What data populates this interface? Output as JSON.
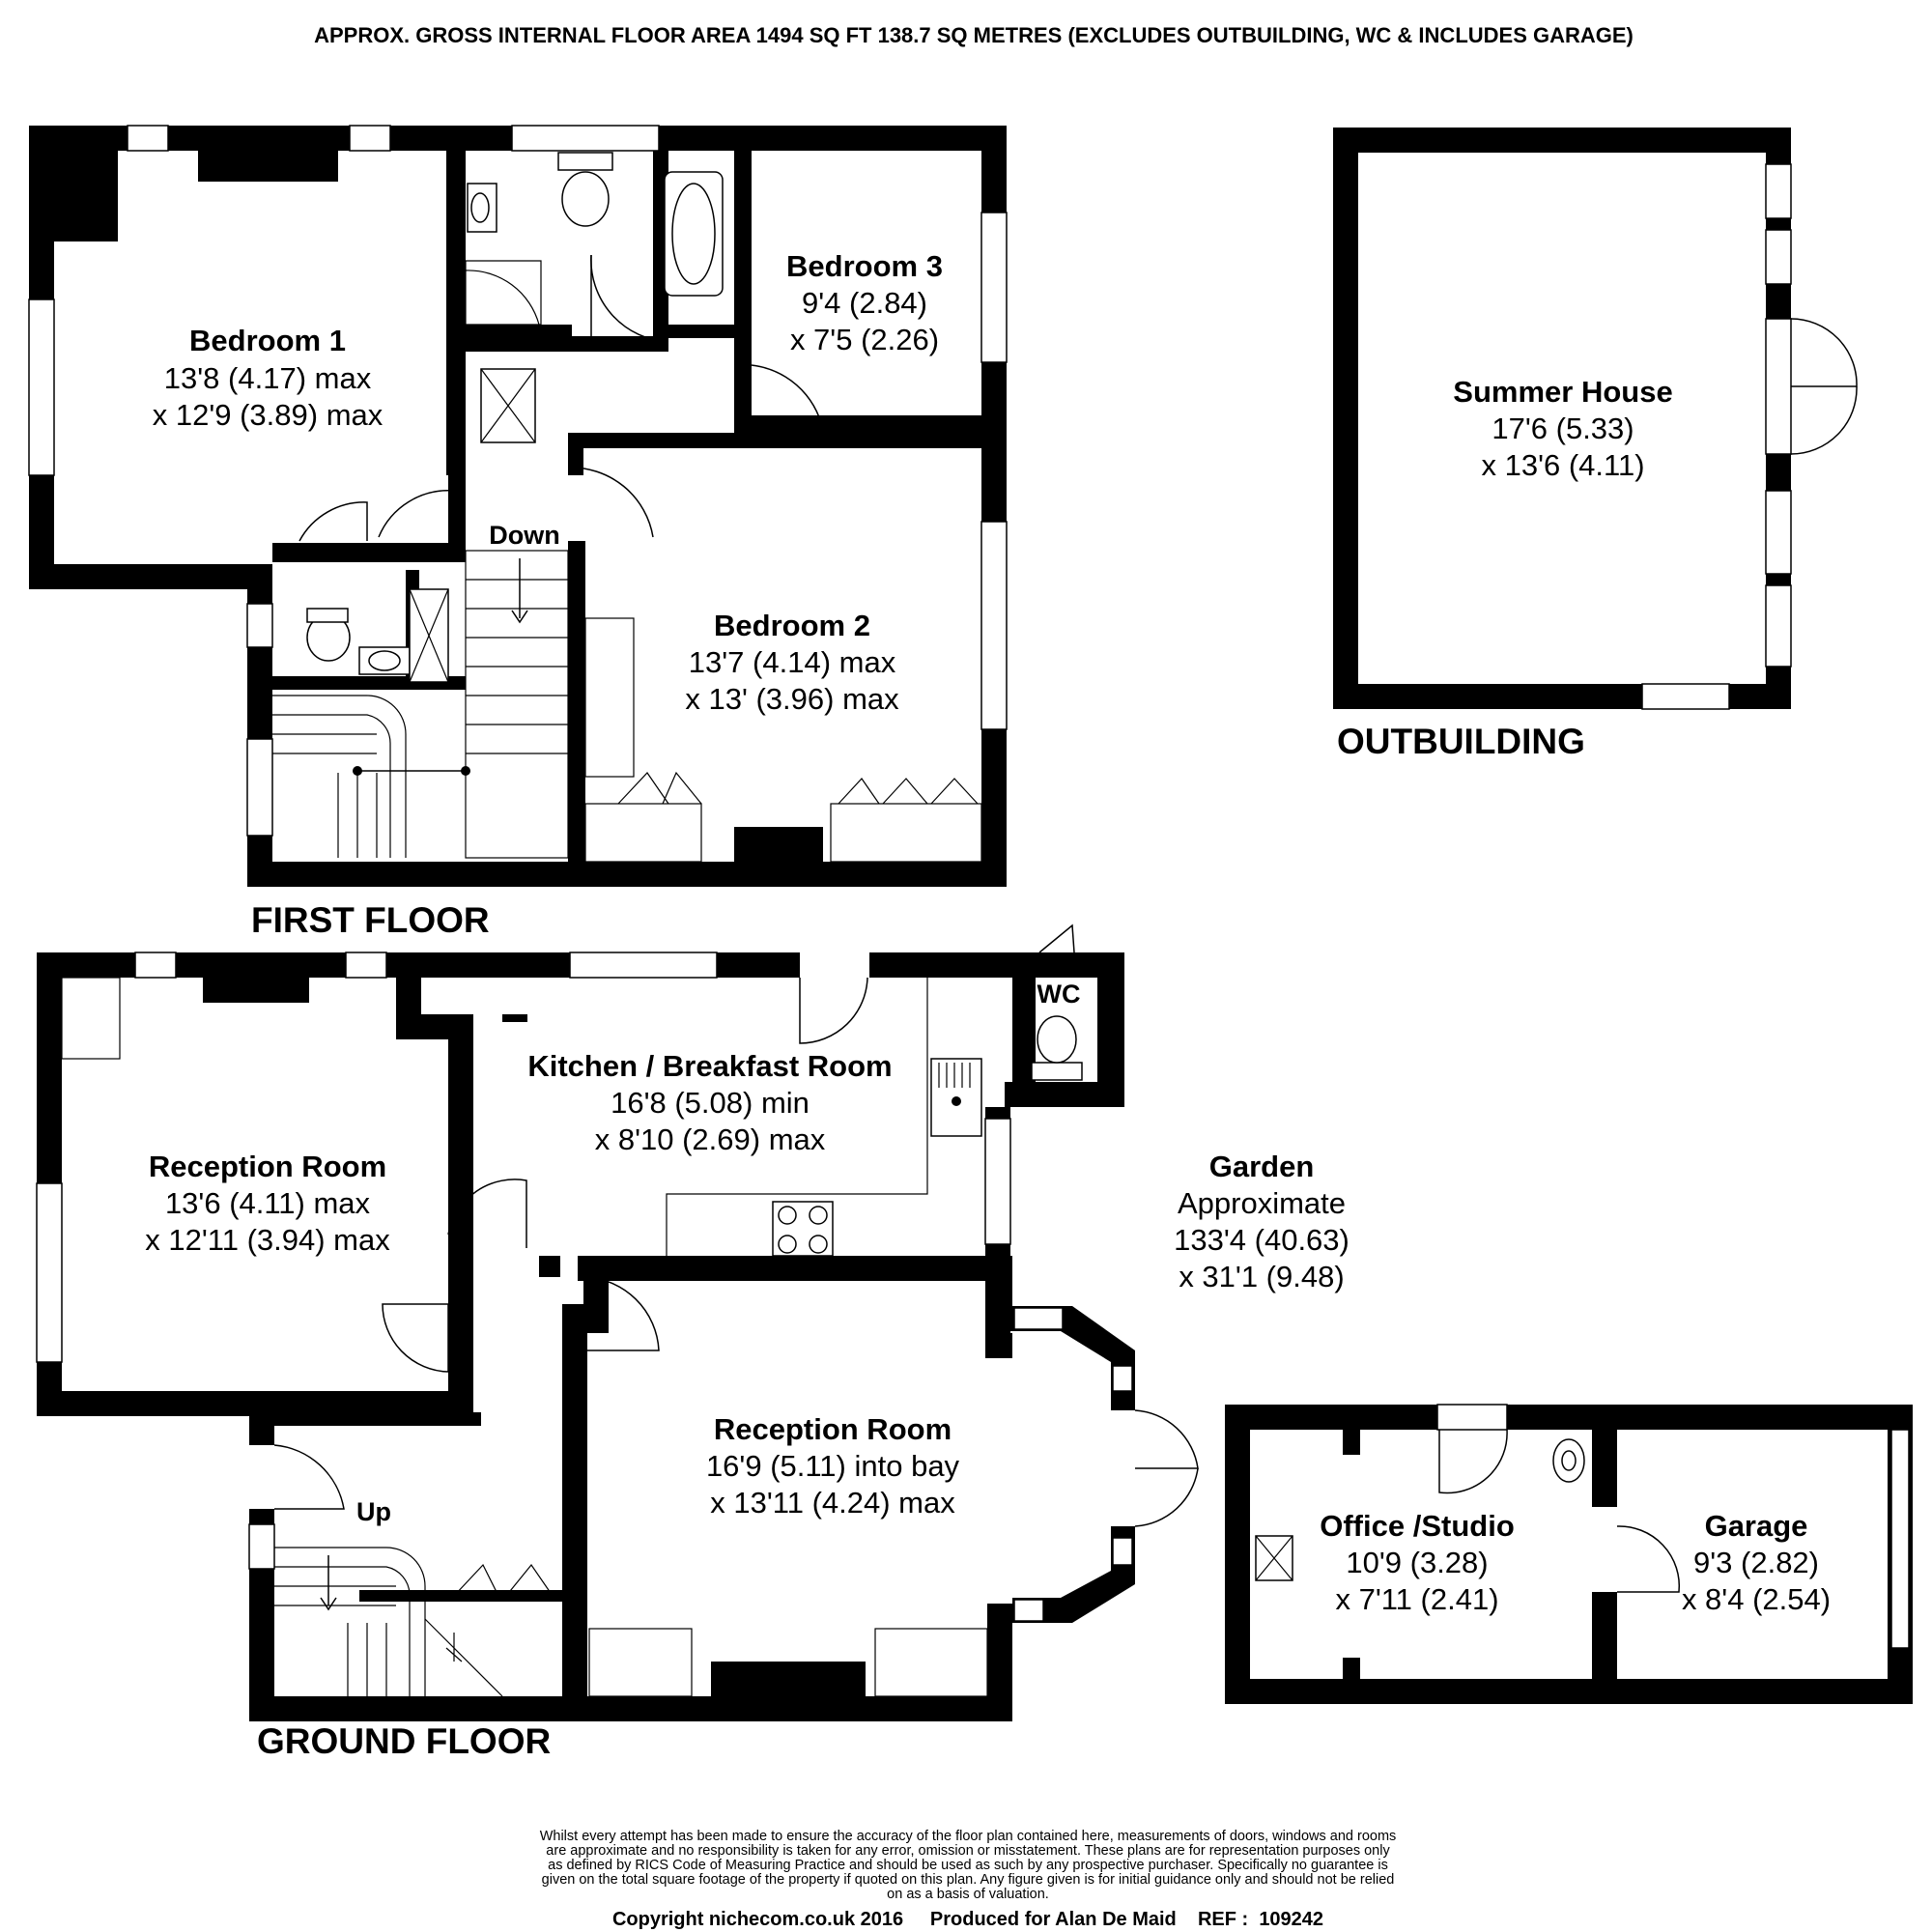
{
  "header": "APPROX. GROSS INTERNAL FLOOR AREA 1494 SQ FT 138.7 SQ METRES (EXCLUDES OUTBUILDING, WC & INCLUDES GARAGE)",
  "floors": {
    "first": "FIRST FLOOR",
    "ground": "GROUND FLOOR",
    "outbuilding": "OUTBUILDING"
  },
  "rooms": {
    "bedroom1": {
      "name": "Bedroom 1",
      "dim1": "13'8 (4.17) max",
      "dim2": "x 12'9 (3.89) max"
    },
    "bedroom3": {
      "name": "Bedroom 3",
      "dim1": "9'4 (2.84)",
      "dim2": "x 7'5 (2.26)"
    },
    "bedroom2": {
      "name": "Bedroom 2",
      "dim1": "13'7 (4.14) max",
      "dim2": "x 13' (3.96) max"
    },
    "summer_house": {
      "name": "Summer House",
      "dim1": "17'6 (5.33)",
      "dim2": "x 13'6 (4.11)"
    },
    "reception1": {
      "name": "Reception Room",
      "dim1": "13'6 (4.11) max",
      "dim2": "x 12'11 (3.94) max"
    },
    "kitchen": {
      "name": "Kitchen / Breakfast Room",
      "dim1": "16'8 (5.08) min",
      "dim2": "x 8'10 (2.69) max"
    },
    "reception2": {
      "name": "Reception Room",
      "dim1": "16'9 (5.11) into bay",
      "dim2": "x 13'11 (4.24) max"
    },
    "garden": {
      "name": "Garden",
      "dim0": "Approximate",
      "dim1": "133'4 (40.63)",
      "dim2": "x 31'1 (9.48)"
    },
    "office": {
      "name": "Office /Studio",
      "dim1": "10'9 (3.28)",
      "dim2": "x 7'11 (2.41)"
    },
    "garage": {
      "name": "Garage",
      "dim1": "9'3 (2.82)",
      "dim2": "x 8'4 (2.54)"
    }
  },
  "labels": {
    "down": "Down",
    "up": "Up",
    "wc": "WC"
  },
  "disclaimer": [
    "Whilst every attempt has been made to ensure the accuracy of the floor plan contained here, measurements of doors, windows and rooms",
    "are approximate and no responsibility is taken for any error, omission or misstatement. These plans are for representation purposes only",
    "as defined by RICS Code of Measuring Practice and should be used as such by any prospective purchaser.  Specifically no guarantee is",
    "given on the total square footage of the property if quoted on this plan. Any figure given is for initial guidance only and should not be relied",
    "on as a basis of valuation."
  ],
  "copyright": "Copyright nichecom.co.uk 2016     Produced for Alan De Maid    REF :  109242"
}
